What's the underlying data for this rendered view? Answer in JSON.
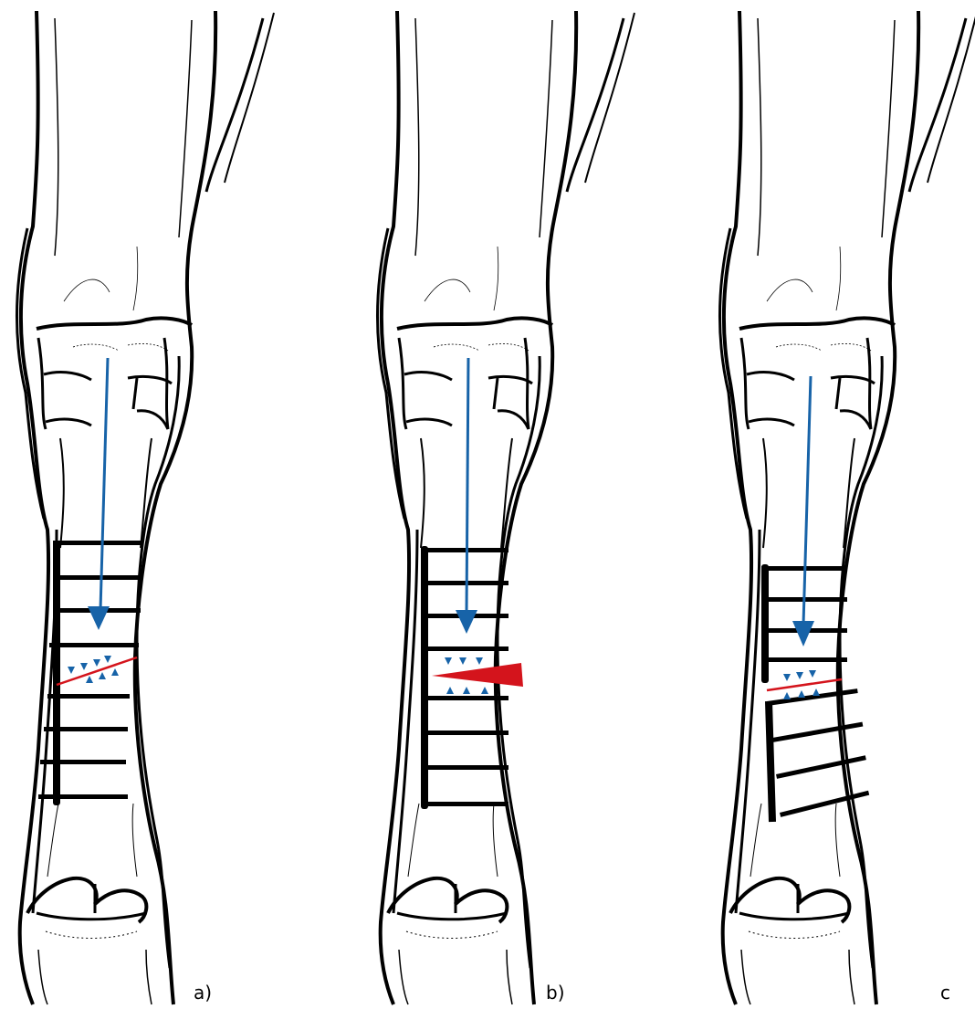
{
  "panels": [
    {
      "label": "a)",
      "fracture": "oblique-line",
      "plate_curve": 0,
      "shift": 0
    },
    {
      "label": "b)",
      "fracture": "wedge-gap",
      "plate_curve": 0,
      "shift": 395
    },
    {
      "label": "c",
      "fracture": "oblique-line-bent",
      "plate_curve": 1,
      "shift": 770
    }
  ],
  "colors": {
    "outline": "#000000",
    "force_arrow": "#1763a8",
    "fracture": "#d4141c",
    "compression_marker": "#1763a8"
  },
  "icon_names": [
    "force-arrow-icon",
    "compression-triangle-icon",
    "screw-icon",
    "bone-plate-icon"
  ]
}
